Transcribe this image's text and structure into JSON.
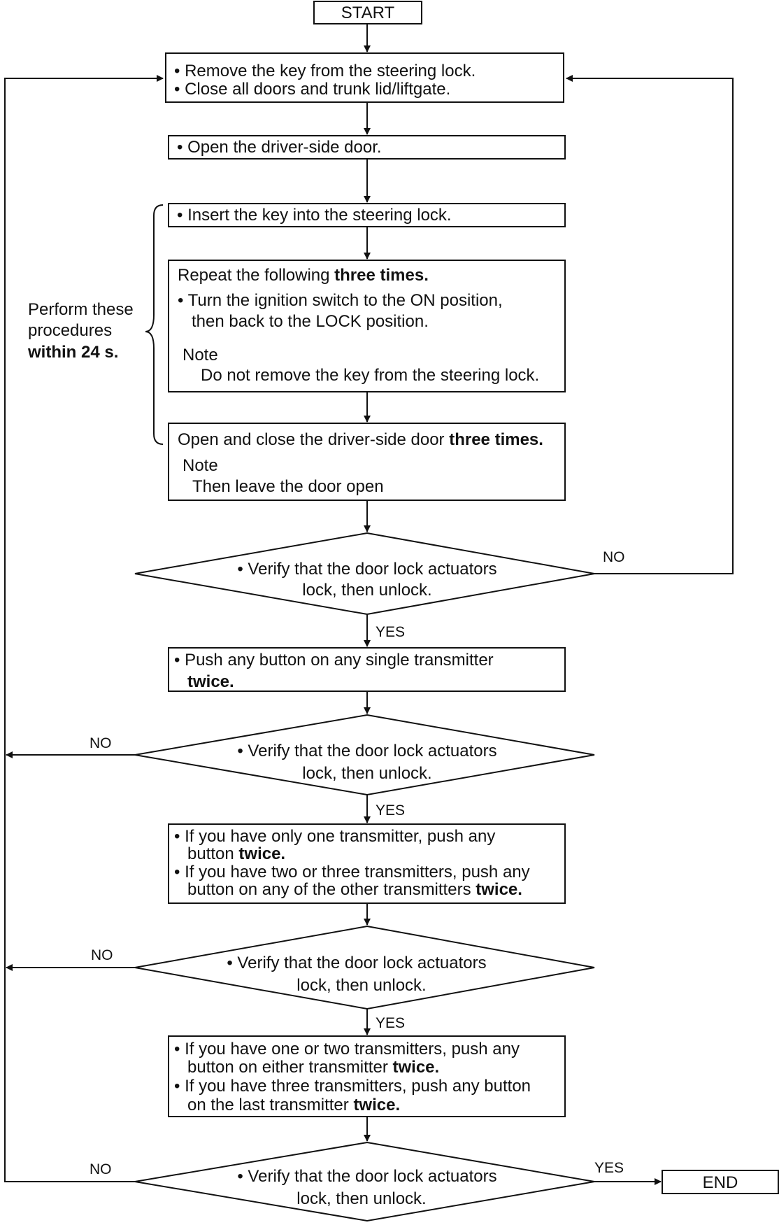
{
  "start": "START",
  "end": "END",
  "box_remove": {
    "line1": "• Remove the key from  the steering lock.",
    "line2": "• Close all doors and trunk lid/liftgate."
  },
  "box_open": "• Open the driver-side door.",
  "box_insert": "• Insert the key into the steering lock.",
  "box_repeat": {
    "line1_pre": "Repeat the following ",
    "line1_bold": "three times.",
    "line2": "• Turn the ignition switch to the ON position,",
    "line3": "then back to the LOCK position.",
    "note_label": "Note",
    "note_text": "Do not remove the key from the steering lock."
  },
  "box_door": {
    "line1_pre": "Open and close the driver-side door ",
    "line1_bold": "three times.",
    "note_label": "Note",
    "note_text": "Then leave the door open"
  },
  "side_note": {
    "line1": "Perform these",
    "line2": "procedures",
    "line3": "within 24 s."
  },
  "decision": {
    "line1": "• Verify that the door lock actuators",
    "line2": "lock, then unlock."
  },
  "box_push1": {
    "line1": "• Push any button on any single transmitter",
    "line2_bold": "twice."
  },
  "box_push2": {
    "line1_pre": "• If you have only one transmitter, push any",
    "line2_pre": "button ",
    "line2_bold": "twice.",
    "line3": "• If you have two or three transmitters, push any",
    "line4_pre": "button on any of the other transmitters ",
    "line4_bold": "twice."
  },
  "box_push3": {
    "line1": "• If you have one or two transmitters, push any",
    "line2_pre": "button on either transmitter ",
    "line2_bold": "twice.",
    "line3": "• If you have three transmitters, push any button",
    "line4_pre": "on the last transmitter ",
    "line4_bold": "twice."
  },
  "labels": {
    "yes": "YES",
    "no": "NO"
  }
}
